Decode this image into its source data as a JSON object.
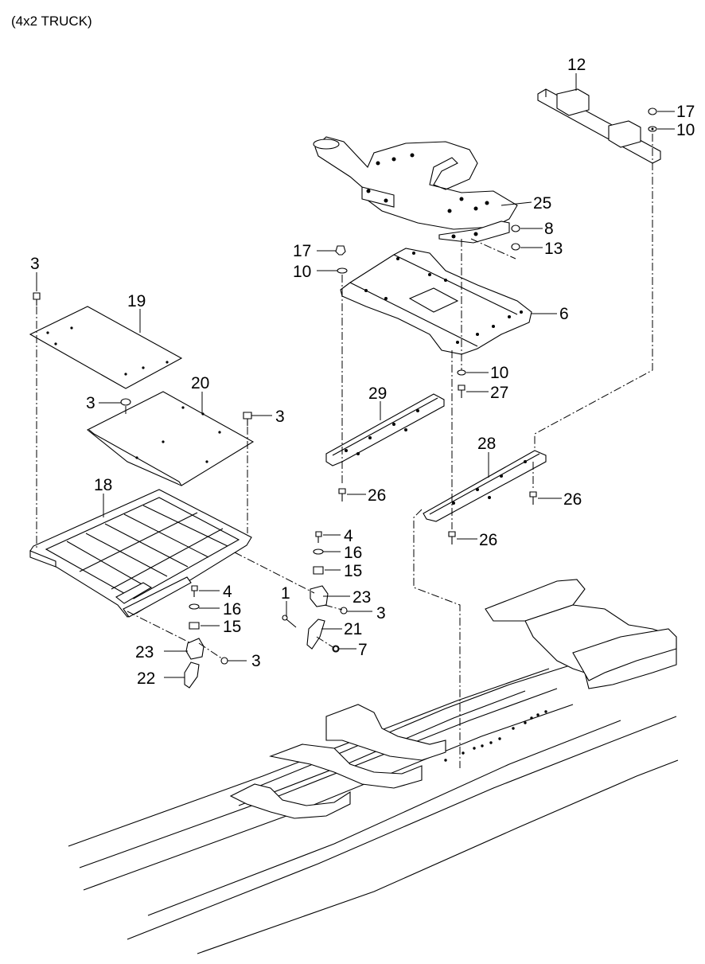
{
  "title": "(4x2 TRUCK)",
  "callouts": [
    {
      "id": "c12",
      "label": "12"
    },
    {
      "id": "c17a",
      "label": "17"
    },
    {
      "id": "c10a",
      "label": "10"
    },
    {
      "id": "c25",
      "label": "25"
    },
    {
      "id": "c8",
      "label": "8"
    },
    {
      "id": "c13",
      "label": "13"
    },
    {
      "id": "c17b",
      "label": "17"
    },
    {
      "id": "c10b",
      "label": "10"
    },
    {
      "id": "c6",
      "label": "6"
    },
    {
      "id": "c3a",
      "label": "3"
    },
    {
      "id": "c19",
      "label": "19"
    },
    {
      "id": "c20",
      "label": "20"
    },
    {
      "id": "c3b",
      "label": "3"
    },
    {
      "id": "c3c",
      "label": "3"
    },
    {
      "id": "c10c",
      "label": "10"
    },
    {
      "id": "c27",
      "label": "27"
    },
    {
      "id": "c29",
      "label": "29"
    },
    {
      "id": "c26a",
      "label": "26"
    },
    {
      "id": "c28",
      "label": "28"
    },
    {
      "id": "c26b",
      "label": "26"
    },
    {
      "id": "c26c",
      "label": "26"
    },
    {
      "id": "c18",
      "label": "18"
    },
    {
      "id": "c4a",
      "label": "4"
    },
    {
      "id": "c16a",
      "label": "16"
    },
    {
      "id": "c15a",
      "label": "15"
    },
    {
      "id": "c1",
      "label": "1"
    },
    {
      "id": "c23a",
      "label": "23"
    },
    {
      "id": "c3d",
      "label": "3"
    },
    {
      "id": "c21",
      "label": "21"
    },
    {
      "id": "c7",
      "label": "7"
    },
    {
      "id": "c4b",
      "label": "4"
    },
    {
      "id": "c16b",
      "label": "16"
    },
    {
      "id": "c15b",
      "label": "15"
    },
    {
      "id": "c23b",
      "label": "23"
    },
    {
      "id": "c3e",
      "label": "3"
    },
    {
      "id": "c22",
      "label": "22"
    }
  ]
}
